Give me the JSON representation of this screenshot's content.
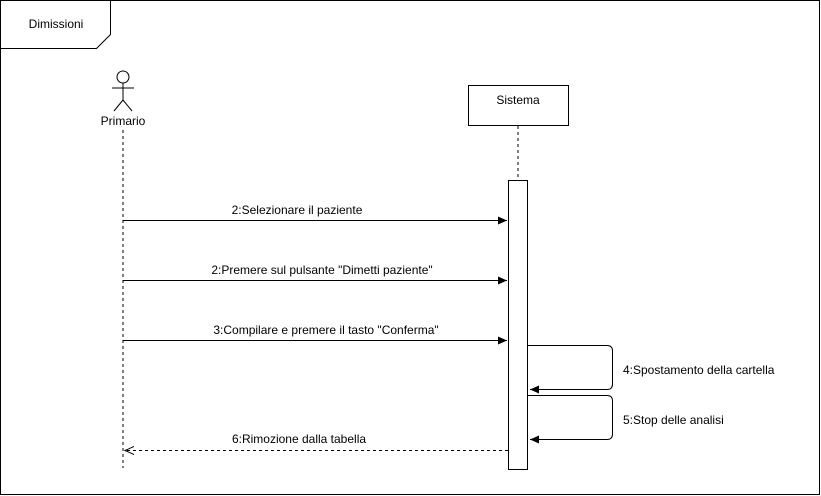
{
  "frame": {
    "title": "Dimissioni"
  },
  "actors": {
    "primary": {
      "label": "Primario"
    },
    "system": {
      "label": "Sistema"
    }
  },
  "messages": [
    {
      "label": "2:Selezionare il paziente",
      "kind": "sync"
    },
    {
      "label": "2:Premere sul pulsante \"Dimetti paziente\"",
      "kind": "sync"
    },
    {
      "label": "3:Compilare e premere il tasto \"Conferma\"",
      "kind": "sync"
    },
    {
      "label": "4:Spostamento della cartella",
      "kind": "self"
    },
    {
      "label": "5:Stop delle analisi",
      "kind": "self"
    },
    {
      "label": "6:Rimozione dalla tabella",
      "kind": "return"
    }
  ]
}
